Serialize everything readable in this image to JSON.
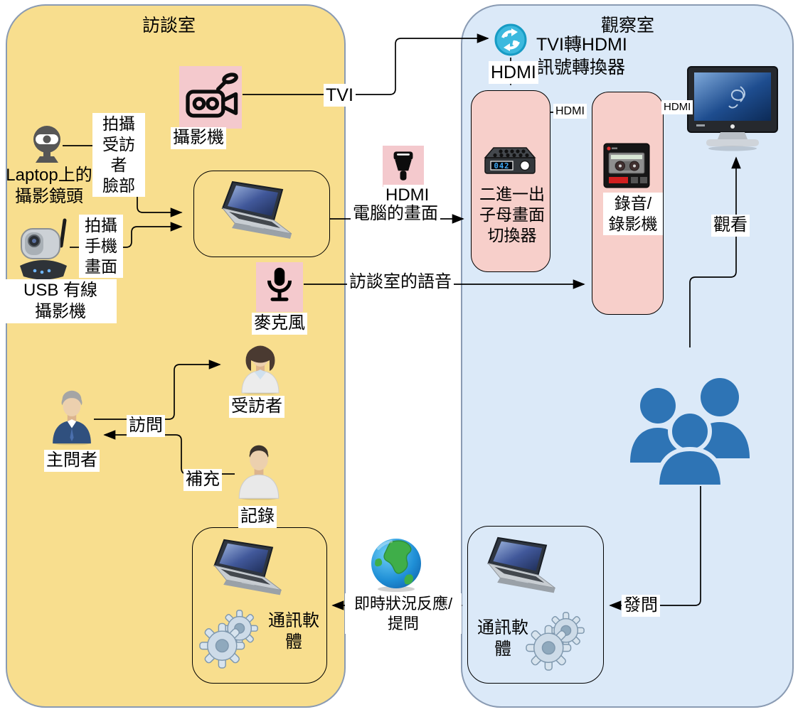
{
  "interview_room": {
    "title": "訪談室",
    "camera_label": "攝影機",
    "webcam_label": [
      "Laptop上的",
      "攝影鏡頭"
    ],
    "usb_camera_label": [
      "USB 有線",
      "攝影機"
    ],
    "mic_label": "麥克風",
    "interviewee_label": "受訪者",
    "interviewer_label": "主問者",
    "note_taker_label": "記錄",
    "comm_software_label": [
      "通訊軟",
      "體"
    ],
    "shoot_face_label": [
      "拍攝",
      "受訪者",
      "臉部"
    ],
    "shoot_phone_label": [
      "拍攝",
      "手機",
      "畫面"
    ],
    "interview_edge_label": "訪問",
    "supplement_edge_label": "補充"
  },
  "links": {
    "tvi": "TVI",
    "hdmi_source": "HDMI",
    "computer_screen": "電腦的畫面",
    "room_audio": "訪談室的語音",
    "realtime_feedback": [
      "即時狀況反應/",
      "提問"
    ],
    "hdmi_to_switcher": "HDMI",
    "hdmi_to_recorder": "HDMI",
    "hdmi_to_tv": "HDMI",
    "watch": "觀看",
    "ask": "發問"
  },
  "observation_room": {
    "title": "觀察室",
    "converter_label": [
      "TVI轉HDMI",
      "訊號轉換器"
    ],
    "switcher_label": [
      "二進一出",
      "子母畫面",
      "切換器"
    ],
    "switcher_display": "042",
    "recorder_label": [
      "錄音/",
      "錄影機"
    ],
    "comm_software_label": [
      "通訊軟",
      "體"
    ]
  },
  "colors": {
    "interview_room_bg": "#F8DE8E",
    "observation_room_bg": "#DBE9F8",
    "room_border": "#8A9BB3",
    "pink_panel": "#F7CFCA",
    "pink_icon_bg": "#F4C9CD",
    "observer_blue": "#2E74B5",
    "converter_cyan": "#3CB9DE"
  }
}
